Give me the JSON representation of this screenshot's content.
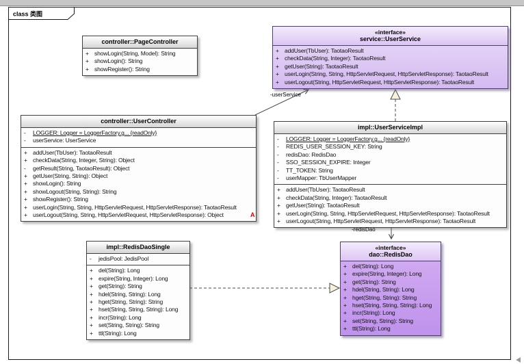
{
  "window": {
    "tab_label": "class 类图"
  },
  "classes": {
    "pageController": {
      "title": "controller::PageController",
      "methods": [
        {
          "v": "+",
          "t": "showLogin(String, Model): String"
        },
        {
          "v": "+",
          "t": "showLogin(): String"
        },
        {
          "v": "+",
          "t": "showRegister(): String"
        }
      ]
    },
    "userService": {
      "stereotype": "«interface»",
      "title": "service::UserService",
      "methods": [
        {
          "v": "+",
          "t": "addUser(TbUser): TaotaoResult"
        },
        {
          "v": "+",
          "t": "checkData(String, Integer): TaotaoResult"
        },
        {
          "v": "+",
          "t": "getUser(String): TaotaoResult"
        },
        {
          "v": "+",
          "t": "userLogin(String, String, HttpServletRequest, HttpServletResponse): TaotaoResult"
        },
        {
          "v": "+",
          "t": "userLogout(String, HttpServletRequest, HttpServletResponse): TaotaoResult"
        }
      ]
    },
    "userController": {
      "title": "controller::UserController",
      "attributes": [
        {
          "v": "-",
          "t": "LOGGER: Logger = LoggerFactory.g... {readOnly}",
          "u": true
        },
        {
          "v": "-",
          "t": "userService: UserService"
        }
      ],
      "methods": [
        {
          "v": "+",
          "t": "addUser(TbUser): TaotaoResult"
        },
        {
          "v": "+",
          "t": "checkData(String, Integer, String): Object"
        },
        {
          "v": "-",
          "t": "getResult(String, TaotaoResult): Object"
        },
        {
          "v": "+",
          "t": "getUser(String, String): Object"
        },
        {
          "v": "+",
          "t": "showLogin(): String"
        },
        {
          "v": "+",
          "t": "showLogout(String, String): String"
        },
        {
          "v": "+",
          "t": "showRegister(): String"
        },
        {
          "v": "+",
          "t": "userLogin(String, String, HttpServletRequest, HttpServletResponse): TaotaoResult"
        },
        {
          "v": "+",
          "t": "userLogout(String, String, HttpServletRequest, HttpServletResponse): Object"
        }
      ]
    },
    "userServiceImpl": {
      "title": "impl::UserServiceImpl",
      "attributes": [
        {
          "v": "-",
          "t": "LOGGER: Logger = LoggerFactory.g... {readOnly}",
          "u": true
        },
        {
          "v": "-",
          "t": "REDIS_USER_SESSION_KEY: String"
        },
        {
          "v": "-",
          "t": "redisDao: RedisDao"
        },
        {
          "v": "-",
          "t": "SSO_SESSION_EXPIRE: Integer"
        },
        {
          "v": "-",
          "t": "TT_TOKEN: String"
        },
        {
          "v": "-",
          "t": "userMapper: TbUserMapper"
        }
      ],
      "methods": [
        {
          "v": "+",
          "t": "addUser(TbUser): TaotaoResult"
        },
        {
          "v": "+",
          "t": "checkData(String, Integer): TaotaoResult"
        },
        {
          "v": "+",
          "t": "getUser(String): TaotaoResult"
        },
        {
          "v": "+",
          "t": "userLogin(String, String, HttpServletRequest, HttpServletResponse): TaotaoResult"
        },
        {
          "v": "+",
          "t": "userLogout(String, HttpServletRequest, HttpServletResponse): TaotaoResult"
        }
      ]
    },
    "redisDaoSingle": {
      "title": "impl::RedisDaoSingle",
      "attributes": [
        {
          "v": "-",
          "t": "jedisPool: JedisPool"
        }
      ],
      "methods": [
        {
          "v": "+",
          "t": "del(String): Long"
        },
        {
          "v": "+",
          "t": "expire(String, Integer): Long"
        },
        {
          "v": "+",
          "t": "get(String): String"
        },
        {
          "v": "+",
          "t": "hdel(String, String): Long"
        },
        {
          "v": "+",
          "t": "hget(String, String): String"
        },
        {
          "v": "+",
          "t": "hset(String, String, String): Long"
        },
        {
          "v": "+",
          "t": "incr(String): Long"
        },
        {
          "v": "+",
          "t": "set(String, String): String"
        },
        {
          "v": "+",
          "t": "ttl(String): Long"
        }
      ]
    },
    "redisDao": {
      "stereotype": "«interface»",
      "title": "dao::RedisDao",
      "methods": [
        {
          "v": "+",
          "t": "del(String): Long"
        },
        {
          "v": "+",
          "t": "expire(String, Integer): Long"
        },
        {
          "v": "+",
          "t": "get(String): String"
        },
        {
          "v": "+",
          "t": "hdel(String, String): Long"
        },
        {
          "v": "+",
          "t": "hget(String, String): String"
        },
        {
          "v": "+",
          "t": "hset(String, String, String): Long"
        },
        {
          "v": "+",
          "t": "incr(String): Long"
        },
        {
          "v": "+",
          "t": "set(String, String): String"
        },
        {
          "v": "+",
          "t": "ttl(String): Long"
        }
      ]
    }
  },
  "edges": {
    "userServiceAssoc": {
      "label": "-userService",
      "type": "association"
    },
    "redisDaoAssoc": {
      "label": "-redisDao",
      "type": "association"
    },
    "serviceImplRealization": {
      "type": "realization"
    },
    "redisDaoSingleRealization": {
      "type": "realization"
    }
  },
  "annotations": {
    "error_marker": "A"
  },
  "colors": {
    "interface_header": "#eee2fa",
    "interface_body": "#cda4ef",
    "class_header_gradient_end": "#d6d6d6",
    "box_border": "#3d3d3d",
    "connector": "#4a4a4a",
    "error_red": "#d40000"
  }
}
